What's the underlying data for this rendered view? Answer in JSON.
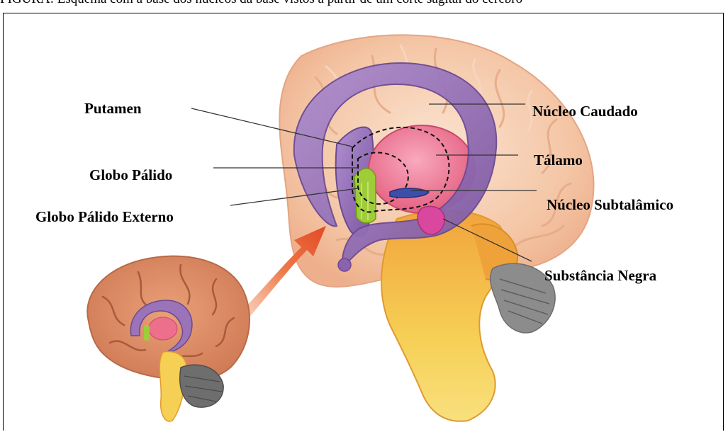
{
  "caption": {
    "text": "FIGURA: Esquema com a base dos núcleos da base vistos a partir de um corte sagital do cérebro"
  },
  "labels": {
    "putamen": "Putamen",
    "globo_palido": "Globo Pálido",
    "globo_palido_externo": "Globo Pálido Externo",
    "nucleo_caudado": "Núcleo Caudado",
    "talamo": "Tálamo",
    "nucleo_subtalamico": "Núcleo Subtalâmico",
    "substancia_negra": "Substância Negra"
  },
  "colors": {
    "cortex": "#f4c2a0",
    "cortex_dark": "#e0a07c",
    "putamen_purple": "#9a73b8",
    "caudate_purple": "#8b62ad",
    "thalamus_pink": "#ee6f8c",
    "globus_green": "#9fcd3a",
    "brainstem_orange": "#f1b24a",
    "brainstem_yellow": "#f6d35c",
    "subthalamic_blue": "#3c4fa8",
    "substantia_magenta": "#d9479e",
    "arrow_orange": "#e8542c",
    "cerebellum_gray": "#7a7a7a"
  }
}
